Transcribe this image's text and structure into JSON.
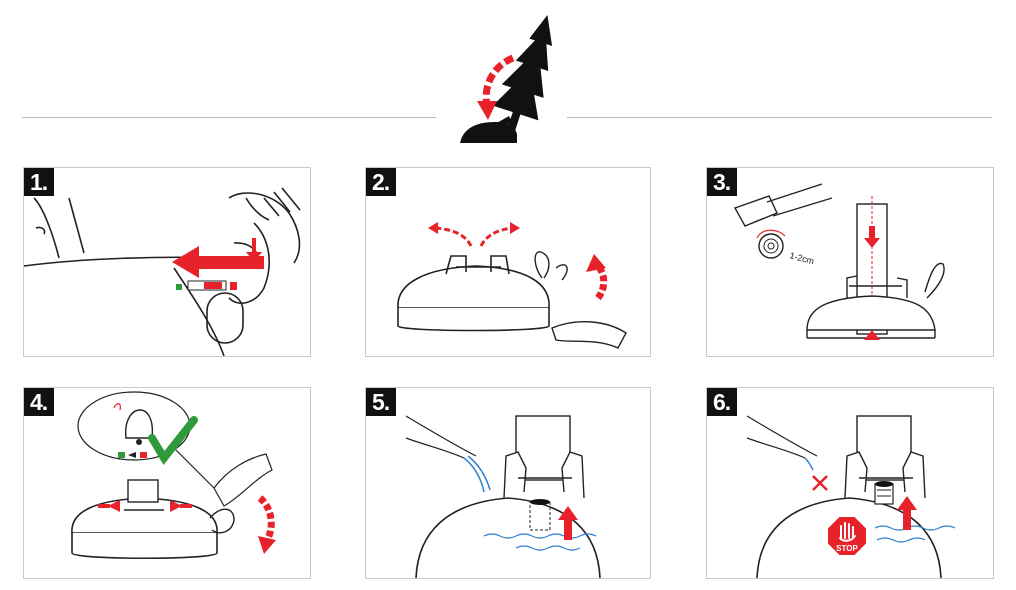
{
  "steps": [
    {
      "number": "1."
    },
    {
      "number": "2."
    },
    {
      "number": "3.",
      "cut_label": "1-2cm"
    },
    {
      "number": "4."
    },
    {
      "number": "5."
    },
    {
      "number": "6.",
      "stop_label": "STOP"
    }
  ],
  "icons": {
    "header": "tree-tilting-into-stand-icon",
    "step1": "hand-squeezing-lever-release-icon",
    "step2": "stand-claws-opening-icon",
    "step3": "saw-cut-trunk-icon",
    "step4": "bell-click-lock-confirm-icon",
    "step5": "water-filling-icon",
    "step6": "stop-filling-icon"
  },
  "colors": {
    "accent": "#e8222b",
    "confirm": "#2e9a3a",
    "water": "#2f7fd0",
    "ink": "#111111"
  }
}
